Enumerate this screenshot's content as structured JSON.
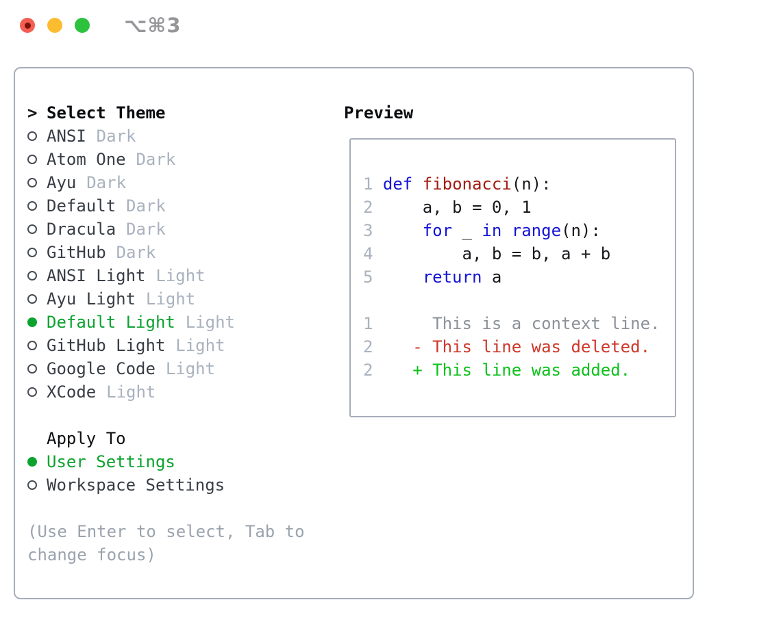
{
  "window": {
    "title": "⌥⌘3",
    "traffic_lights": [
      "close",
      "minimize",
      "zoom"
    ]
  },
  "colors": {
    "selection_green": "#0ba32e",
    "added_green": "#0dc11c",
    "deleted_red": "#cd382a",
    "keyword_blue": "#1414d6",
    "function_red": "#a31b10",
    "line_number_gray": "#a9b2be",
    "context_gray": "#8b9199",
    "variant_gray": "#a9b2be",
    "border_gray": "#a6adb9",
    "traffic_red": "#f25f52",
    "traffic_yellow": "#fbbc30",
    "traffic_green": "#2cc23e"
  },
  "theme_picker": {
    "header": {
      "prefix": ">",
      "label": "Select Theme"
    },
    "items": [
      {
        "name": "ANSI",
        "variant": "Dark",
        "selected": false
      },
      {
        "name": "Atom One",
        "variant": "Dark",
        "selected": false
      },
      {
        "name": "Ayu",
        "variant": "Dark",
        "selected": false
      },
      {
        "name": "Default",
        "variant": "Dark",
        "selected": false
      },
      {
        "name": "Dracula",
        "variant": "Dark",
        "selected": false
      },
      {
        "name": "GitHub",
        "variant": "Dark",
        "selected": false
      },
      {
        "name": "ANSI Light",
        "variant": "Light",
        "selected": false
      },
      {
        "name": "Ayu Light",
        "variant": "Light",
        "selected": false
      },
      {
        "name": "Default Light",
        "variant": "Light",
        "selected": true
      },
      {
        "name": "GitHub Light",
        "variant": "Light",
        "selected": false
      },
      {
        "name": "Google Code",
        "variant": "Light",
        "selected": false
      },
      {
        "name": "XCode",
        "variant": "Light",
        "selected": false
      }
    ],
    "apply_to": {
      "label": "Apply To",
      "options": [
        {
          "label": "User Settings",
          "selected": true
        },
        {
          "label": "Workspace Settings",
          "selected": false
        }
      ]
    },
    "hint": "(Use Enter to select, Tab to\nchange focus)"
  },
  "preview": {
    "label": "Preview",
    "lines": [
      {
        "segments": [
          {
            "c": "num",
            "t": "1"
          },
          {
            "c": "plain",
            "t": " "
          },
          {
            "c": "kw",
            "t": "def"
          },
          {
            "c": "plain",
            "t": " "
          },
          {
            "c": "fn",
            "t": "fibonacci"
          },
          {
            "c": "plain",
            "t": "(n):"
          }
        ]
      },
      {
        "segments": [
          {
            "c": "num",
            "t": "2"
          },
          {
            "c": "plain",
            "t": "     a, b = 0, 1"
          }
        ]
      },
      {
        "segments": [
          {
            "c": "num",
            "t": "3"
          },
          {
            "c": "plain",
            "t": "     "
          },
          {
            "c": "kw",
            "t": "for"
          },
          {
            "c": "plain",
            "t": " _ "
          },
          {
            "c": "kw",
            "t": "in"
          },
          {
            "c": "plain",
            "t": " "
          },
          {
            "c": "kw",
            "t": "range"
          },
          {
            "c": "plain",
            "t": "(n):"
          }
        ]
      },
      {
        "segments": [
          {
            "c": "num",
            "t": "4"
          },
          {
            "c": "plain",
            "t": "         a, b = b, a + b"
          }
        ]
      },
      {
        "segments": [
          {
            "c": "num",
            "t": "5"
          },
          {
            "c": "plain",
            "t": "     "
          },
          {
            "c": "kw",
            "t": "return"
          },
          {
            "c": "plain",
            "t": " a"
          }
        ]
      },
      {
        "segments": []
      },
      {
        "segments": [
          {
            "c": "num",
            "t": "1"
          },
          {
            "c": "ctx",
            "t": "      This is a context line."
          }
        ]
      },
      {
        "segments": [
          {
            "c": "num",
            "t": "2"
          },
          {
            "c": "del",
            "t": "    - This line was deleted."
          }
        ]
      },
      {
        "segments": [
          {
            "c": "num",
            "t": "2"
          },
          {
            "c": "add",
            "t": "    + This line was added."
          }
        ]
      }
    ]
  }
}
